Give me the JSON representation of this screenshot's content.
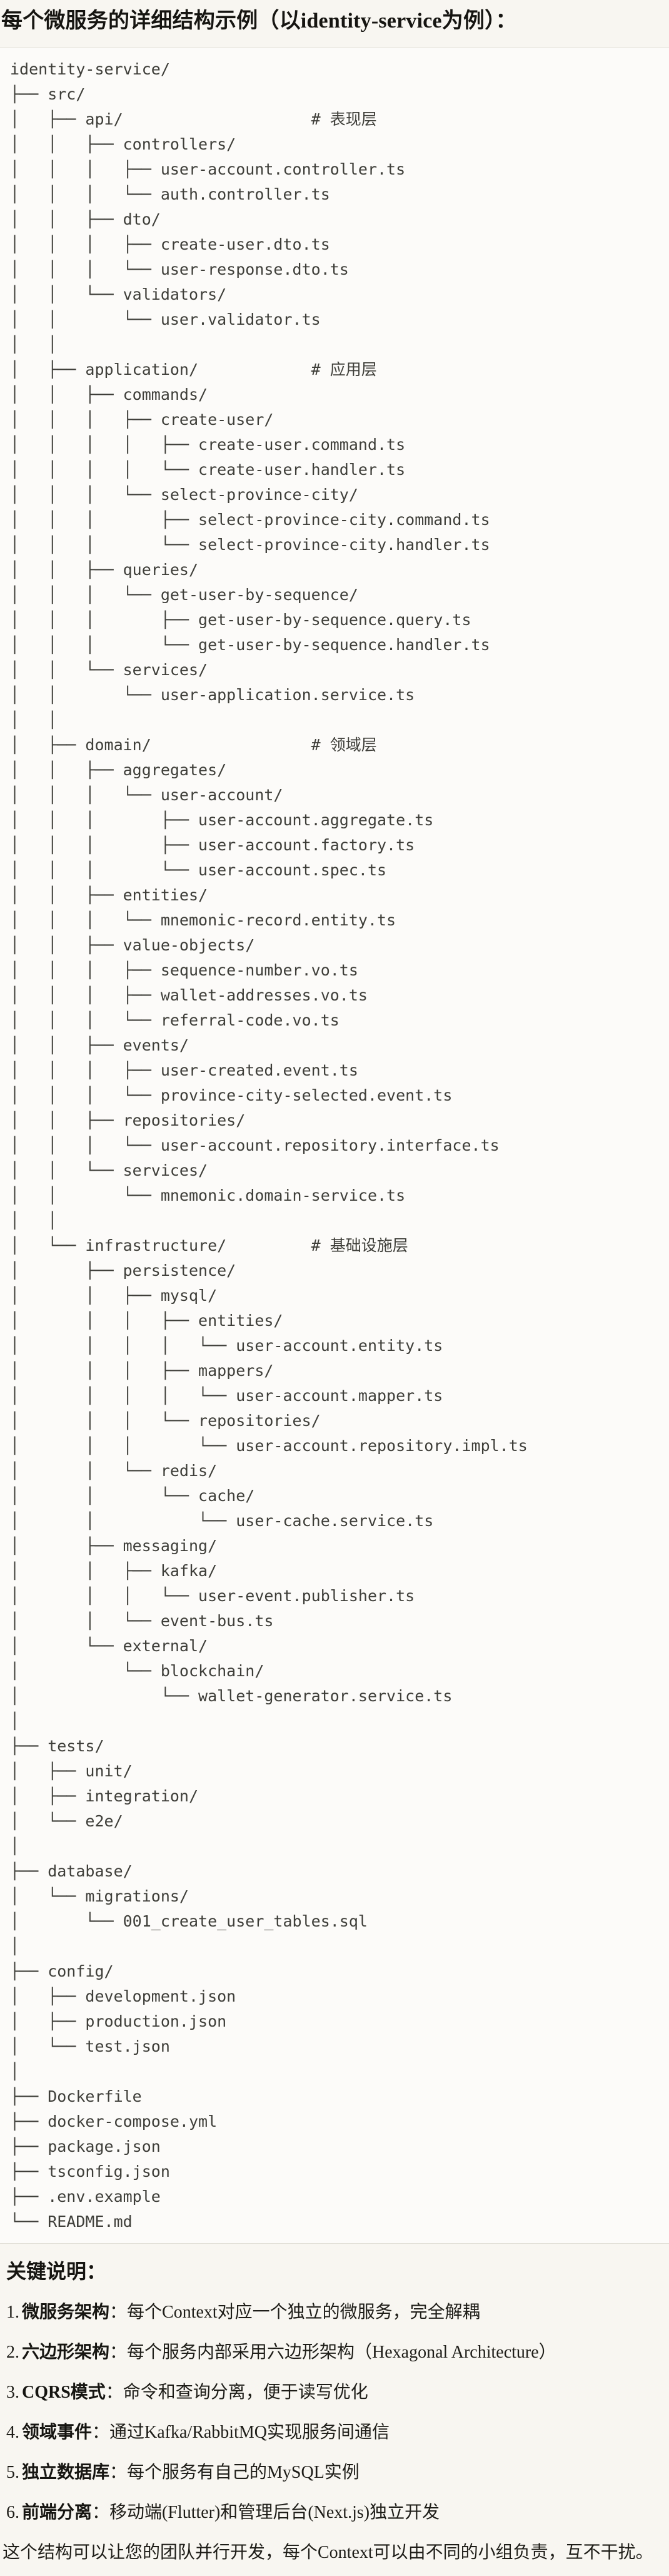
{
  "page_title": "每个微服务的详细结构示例（以identity-service为例）：",
  "colors": {
    "page_bg": "#F8F6F1",
    "code_block_bg": "#FCFBF9",
    "code_block_border": "#E1DFD7",
    "code_text": "#3E3E39",
    "heading_text": "#161511",
    "body_text": "#1E1D18"
  },
  "tree": {
    "root": "identity-service/",
    "layer_comments": [
      "# 表现层",
      "# 应用层",
      "# 领域层",
      "# 基础设施层"
    ],
    "lines": [
      "identity-service/",
      "├── src/",
      "│   ├── api/                    # 表现层",
      "│   │   ├── controllers/",
      "│   │   │   ├── user-account.controller.ts",
      "│   │   │   └── auth.controller.ts",
      "│   │   ├── dto/",
      "│   │   │   ├── create-user.dto.ts",
      "│   │   │   └── user-response.dto.ts",
      "│   │   └── validators/",
      "│   │       └── user.validator.ts",
      "│   │",
      "│   ├── application/            # 应用层",
      "│   │   ├── commands/",
      "│   │   │   ├── create-user/",
      "│   │   │   │   ├── create-user.command.ts",
      "│   │   │   │   └── create-user.handler.ts",
      "│   │   │   └── select-province-city/",
      "│   │   │       ├── select-province-city.command.ts",
      "│   │   │       └── select-province-city.handler.ts",
      "│   │   ├── queries/",
      "│   │   │   └── get-user-by-sequence/",
      "│   │   │       ├── get-user-by-sequence.query.ts",
      "│   │   │       └── get-user-by-sequence.handler.ts",
      "│   │   └── services/",
      "│   │       └── user-application.service.ts",
      "│   │",
      "│   ├── domain/                 # 领域层",
      "│   │   ├── aggregates/",
      "│   │   │   └── user-account/",
      "│   │   │       ├── user-account.aggregate.ts",
      "│   │   │       ├── user-account.factory.ts",
      "│   │   │       └── user-account.spec.ts",
      "│   │   ├── entities/",
      "│   │   │   └── mnemonic-record.entity.ts",
      "│   │   ├── value-objects/",
      "│   │   │   ├── sequence-number.vo.ts",
      "│   │   │   ├── wallet-addresses.vo.ts",
      "│   │   │   └── referral-code.vo.ts",
      "│   │   ├── events/",
      "│   │   │   ├── user-created.event.ts",
      "│   │   │   └── province-city-selected.event.ts",
      "│   │   ├── repositories/",
      "│   │   │   └── user-account.repository.interface.ts",
      "│   │   └── services/",
      "│   │       └── mnemonic.domain-service.ts",
      "│   │",
      "│   └── infrastructure/         # 基础设施层",
      "│       ├── persistence/",
      "│       │   ├── mysql/",
      "│       │   │   ├── entities/",
      "│       │   │   │   └── user-account.entity.ts",
      "│       │   │   ├── mappers/",
      "│       │   │   │   └── user-account.mapper.ts",
      "│       │   │   └── repositories/",
      "│       │   │       └── user-account.repository.impl.ts",
      "│       │   └── redis/",
      "│       │       └── cache/",
      "│       │           └── user-cache.service.ts",
      "│       ├── messaging/",
      "│       │   ├── kafka/",
      "│       │   │   └── user-event.publisher.ts",
      "│       │   └── event-bus.ts",
      "│       └── external/",
      "│           └── blockchain/",
      "│               └── wallet-generator.service.ts",
      "│",
      "├── tests/",
      "│   ├── unit/",
      "│   ├── integration/",
      "│   └── e2e/",
      "│",
      "├── database/",
      "│   └── migrations/",
      "│       └── 001_create_user_tables.sql",
      "│",
      "├── config/",
      "│   ├── development.json",
      "│   ├── production.json",
      "│   └── test.json",
      "│",
      "├── Dockerfile",
      "├── docker-compose.yml",
      "├── package.json",
      "├── tsconfig.json",
      "├── .env.example",
      "└── README.md"
    ]
  },
  "notes": {
    "heading": "关键说明：",
    "items": [
      {
        "num": "1.",
        "term": "微服务架构",
        "rest": "：每个Context对应一个独立的微服务，完全解耦"
      },
      {
        "num": "2.",
        "term": "六边形架构",
        "rest": "：每个服务内部采用六边形架构（Hexagonal Architecture）"
      },
      {
        "num": "3.",
        "term": "CQRS模式",
        "rest": "：命令和查询分离，便于读写优化"
      },
      {
        "num": "4.",
        "term": "领域事件",
        "rest": "：通过Kafka/RabbitMQ实现服务间通信"
      },
      {
        "num": "5.",
        "term": "独立数据库",
        "rest": "：每个服务有自己的MySQL实例"
      },
      {
        "num": "6.",
        "term": "前端分离",
        "rest": "：移动端(Flutter)和管理后台(Next.js)独立开发"
      }
    ],
    "footer": "这个结构可以让您的团队并行开发，每个Context可以由不同的小组负责，互不干扰。"
  }
}
